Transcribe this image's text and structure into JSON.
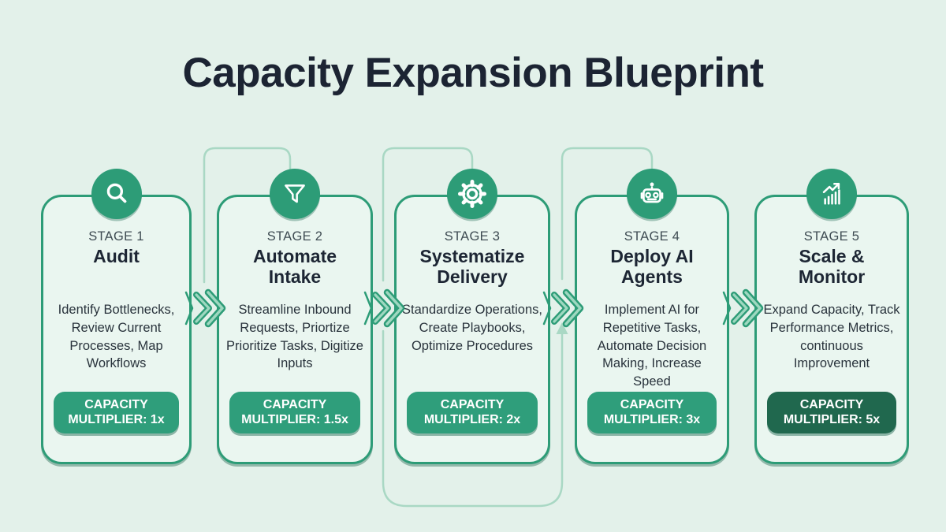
{
  "title": "Capacity Expansion Blueprint",
  "colors": {
    "background": "#e3f1ea",
    "card_background": "#eaf6f0",
    "primary_teal": "#2d9c77",
    "badge_teal": "#2f9e7b",
    "badge_dark_green": "#20684e",
    "light_connector": "#a9d8c4",
    "title_navy": "#1c2433",
    "text_dark": "#29333c",
    "badge_text": "#ffffff"
  },
  "stages": [
    {
      "label": "STAGE 1",
      "title": "Audit",
      "icon": "magnifier-icon",
      "description": "Identify Bottlenecks, Review Current Processes, Map Workflows",
      "badge": "CAPACITY MULTIPLIER: 1x",
      "multiplier": "1x",
      "badge_color": "#2f9e7b"
    },
    {
      "label": "STAGE 2",
      "title": "Automate Intake",
      "icon": "funnel-icon",
      "description": "Streamline Inbound Requests, Priortize Prioritize Tasks, Digitize Inputs",
      "badge": "CAPACITY MULTIPLIER: 1.5x",
      "multiplier": "1.5x",
      "badge_color": "#2f9e7b"
    },
    {
      "label": "STAGE 3",
      "title": "Systematize Delivery",
      "icon": "gear-icon",
      "description": "Standardize Operations, Create Playbooks, Optimize Procedures",
      "badge": "CAPACITY MULTIPLIER: 2x",
      "multiplier": "2x",
      "badge_color": "#2f9e7b"
    },
    {
      "label": "STAGE 4",
      "title": "Deploy AI Agents",
      "icon": "robot-icon",
      "description": "Implement AI for Repetitive Tasks, Automate Decision Making, Increase Speed",
      "badge": "CAPACITY MULTIPLIER: 3x",
      "multiplier": "3x",
      "badge_color": "#2f9e7b"
    },
    {
      "label": "STAGE 5",
      "title": "Scale & Monitor",
      "icon": "chart-growth-icon",
      "description": "Expand Capacity, Track Performance Metrics, continuous Improvement",
      "badge": "CAPACITY MULTIPLIER: 5x",
      "multiplier": "5x",
      "badge_color": "#20684e"
    }
  ]
}
